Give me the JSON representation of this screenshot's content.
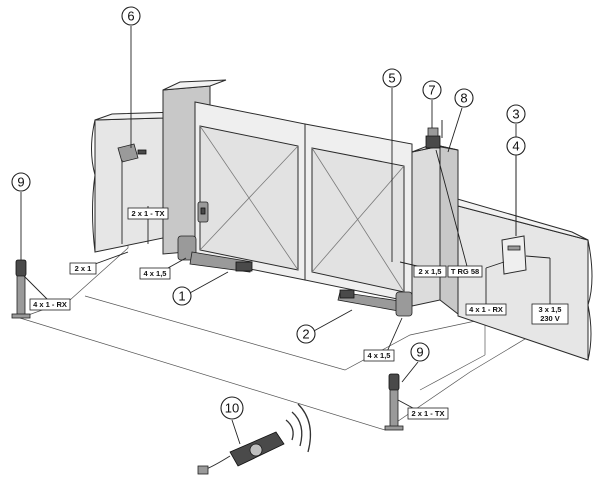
{
  "callouts": [
    {
      "id": "c1",
      "label": "1"
    },
    {
      "id": "c2",
      "label": "2"
    },
    {
      "id": "c3",
      "label": "3"
    },
    {
      "id": "c4",
      "label": "4"
    },
    {
      "id": "c5",
      "label": "5"
    },
    {
      "id": "c6",
      "label": "6"
    },
    {
      "id": "c7",
      "label": "7"
    },
    {
      "id": "c8",
      "label": "8"
    },
    {
      "id": "c9a",
      "label": "9"
    },
    {
      "id": "c9b",
      "label": "9"
    },
    {
      "id": "c10",
      "label": "10"
    }
  ],
  "cables": {
    "tx_top": "2 x 1 - TX",
    "two_x_one": "2 x 1",
    "four_x_15_left": "4 x 1,5",
    "rx_left": "4 x 1 - RX",
    "two_x_15": "2 x 1,5",
    "trg58": "T RG 58",
    "rx_right": "4 x 1 - RX",
    "power_line1": "3 x 1,5",
    "power_line2": "230 V",
    "four_x_15_right": "4 x 1,5",
    "tx_bottom": "2 x 1 - TX"
  }
}
